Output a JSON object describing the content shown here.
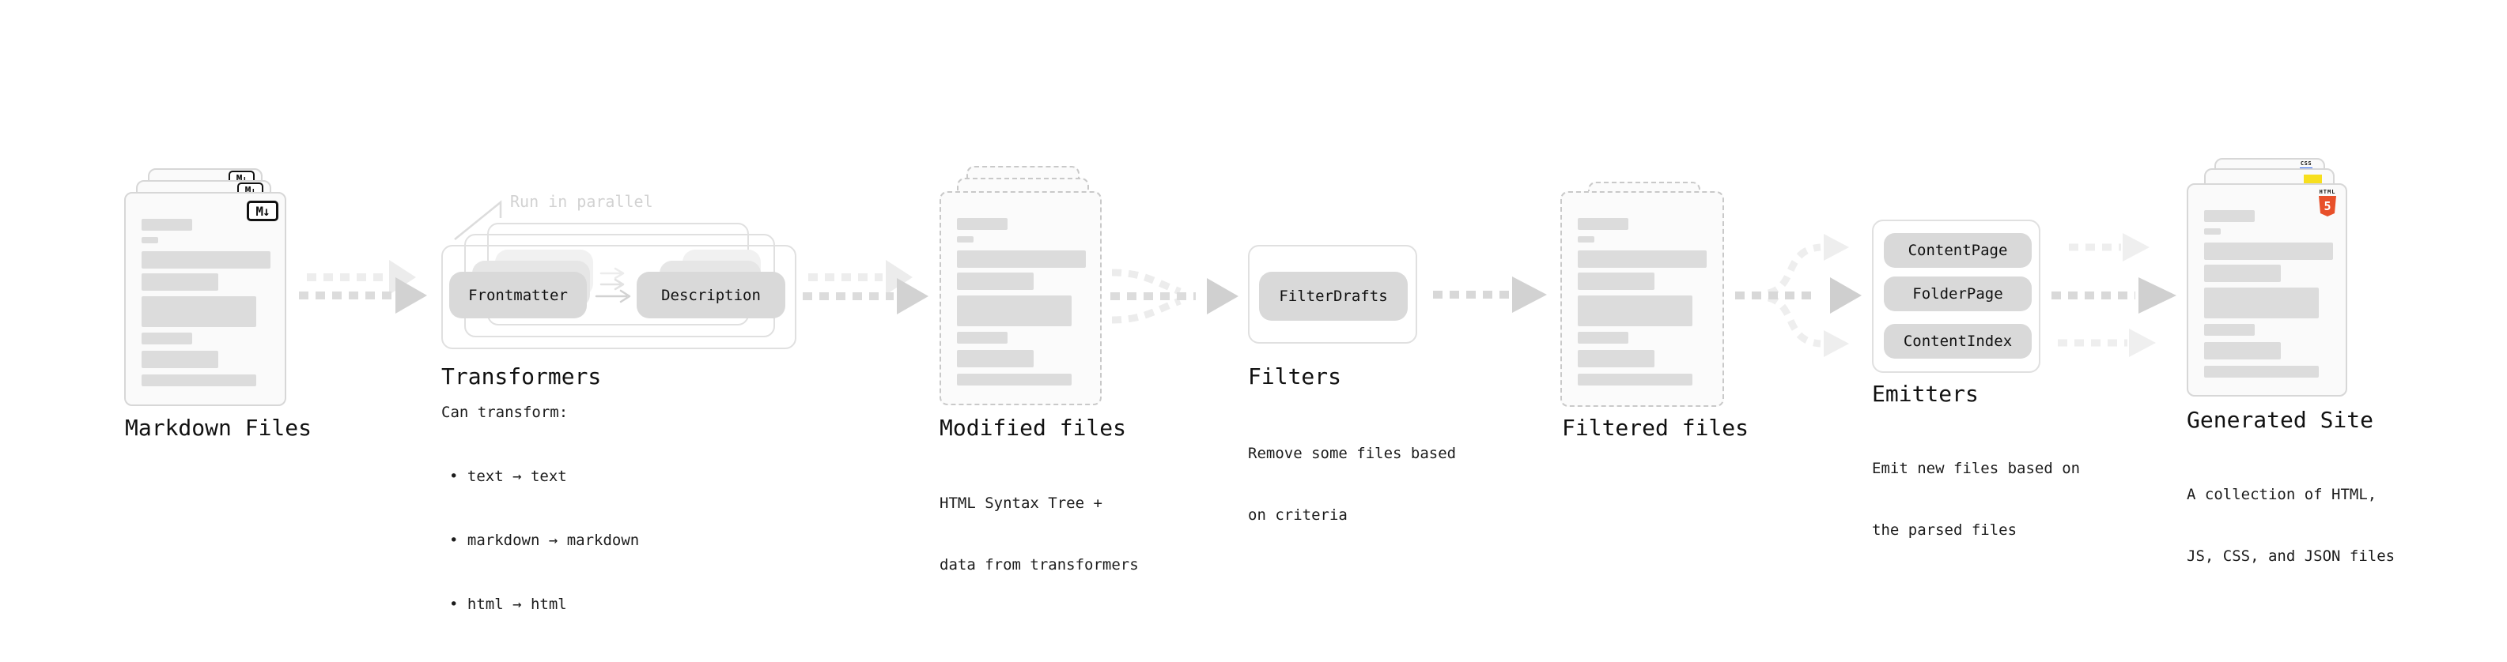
{
  "diagram": {
    "markdown_files": {
      "title": "Markdown Files",
      "badge": "M↓"
    },
    "transformers": {
      "note": "Run in parallel",
      "pills": [
        "Frontmatter",
        "Description"
      ],
      "title": "Transformers",
      "desc_heading": "Can transform:",
      "bullets": [
        "• text → text",
        "• markdown → markdown",
        "• html → html"
      ]
    },
    "modified_files": {
      "title": "Modified files",
      "desc": [
        "HTML Syntax Tree +",
        "data from transformers"
      ]
    },
    "filters": {
      "pills": [
        "FilterDrafts"
      ],
      "title": "Filters",
      "desc": [
        "Remove some files based",
        "on criteria"
      ]
    },
    "filtered_files": {
      "title": "Filtered files"
    },
    "emitters": {
      "pills": [
        "ContentPage",
        "FolderPage",
        "ContentIndex"
      ],
      "title": "Emitters",
      "desc": [
        "Emit new files based on",
        "the parsed files"
      ]
    },
    "generated_site": {
      "title": "Generated Site",
      "desc": [
        "A collection of HTML,",
        "JS, CSS, and JSON files"
      ],
      "icons": {
        "html5": {
          "label": "HTML",
          "number": "5",
          "color": "#e8502a"
        },
        "css": {
          "label": "CSS",
          "underline_color": "#2962f1"
        },
        "js": {
          "color": "#f7df1e"
        }
      }
    },
    "colors": {
      "card_bg": "#fafafa",
      "card_border": "#d7d7d7",
      "dashed_border": "#c9c9c9",
      "pill_bg": "#d9d9d9",
      "arrow_main": "#dcdcdc",
      "arrow_light": "#ededed",
      "text": "#111111",
      "note_text": "#d2d2d2"
    }
  }
}
